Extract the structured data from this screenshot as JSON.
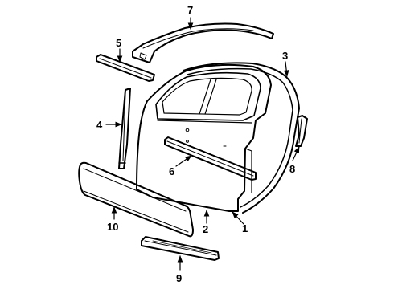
{
  "diagram": {
    "callouts": [
      {
        "id": "c1",
        "text": "1"
      },
      {
        "id": "c2",
        "text": "2"
      },
      {
        "id": "c3",
        "text": "3"
      },
      {
        "id": "c4",
        "text": "4"
      },
      {
        "id": "c5",
        "text": "5"
      },
      {
        "id": "c6",
        "text": "6"
      },
      {
        "id": "c7",
        "text": "7"
      },
      {
        "id": "c8",
        "text": "8"
      },
      {
        "id": "c9",
        "text": "9"
      },
      {
        "id": "c10",
        "text": "10"
      }
    ]
  }
}
